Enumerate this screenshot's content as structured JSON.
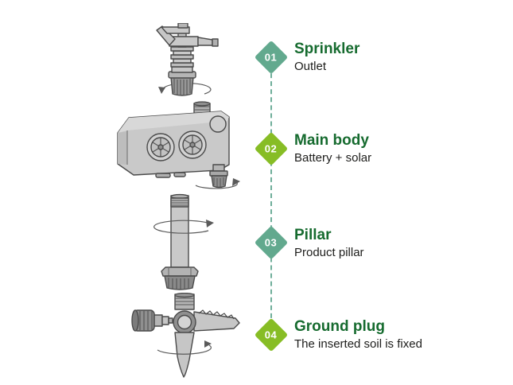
{
  "page": {
    "background_color": "#ffffff",
    "accent_teal": "#62a98e",
    "accent_lime": "#87bd25",
    "title_color": "#166b2f",
    "subtitle_color": "#1d1d1b",
    "timeline_line_color": "#6fae9a"
  },
  "timeline": {
    "items": [
      {
        "number": "01",
        "title": "Sprinkler",
        "subtitle": "Outlet",
        "diamond_color": "#62a98e",
        "illustration": "sprinkler-outlet-drawing"
      },
      {
        "number": "02",
        "title": "Main body",
        "subtitle": "Battery + solar",
        "diamond_color": "#87bd25",
        "illustration": "main-body-drawing"
      },
      {
        "number": "03",
        "title": "Pillar",
        "subtitle": "Product pillar",
        "diamond_color": "#62a98e",
        "illustration": "pillar-drawing"
      },
      {
        "number": "04",
        "title": "Ground plug",
        "subtitle": "The inserted soil is fixed",
        "diamond_color": "#87bd25",
        "illustration": "ground-plug-drawing"
      }
    ]
  }
}
